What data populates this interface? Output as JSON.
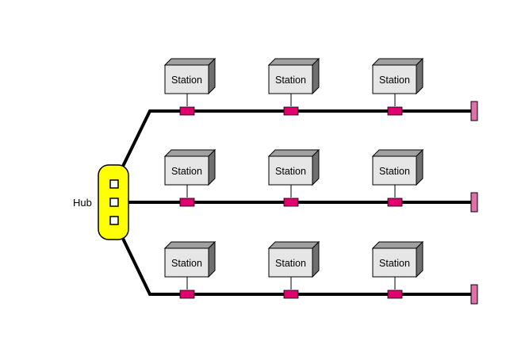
{
  "hub": {
    "label": "Hub",
    "fill_color": "#ffff00"
  },
  "station_label": "Station",
  "buses": [
    {
      "stations": [
        "Station",
        "Station",
        "Station"
      ]
    },
    {
      "stations": [
        "Station",
        "Station",
        "Station"
      ]
    },
    {
      "stations": [
        "Station",
        "Station",
        "Station"
      ]
    }
  ],
  "colors": {
    "cable": "#000000",
    "tap": "#e0006e",
    "terminator": "#e070a8",
    "box_front": "#e6e6e6",
    "box_top": "#a0a0a0",
    "box_side": "#707070"
  }
}
